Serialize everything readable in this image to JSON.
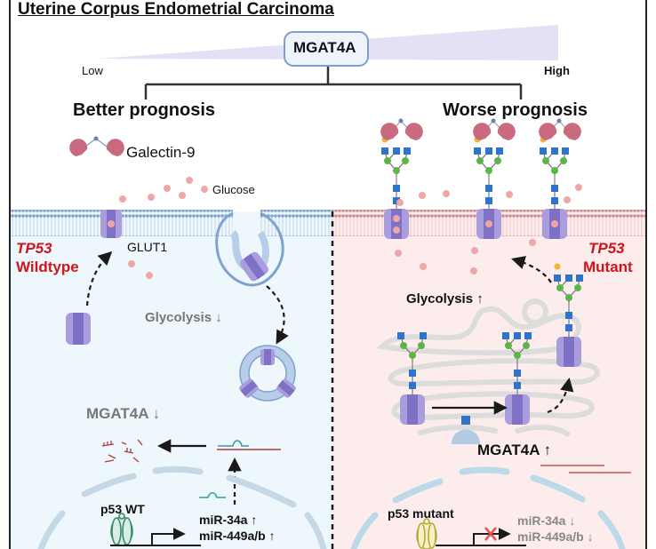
{
  "title": "Uterine Corpus Endometrial Carcinoma",
  "gene_box": {
    "label": "MGAT4A"
  },
  "gradient": {
    "low_label": "Low",
    "high_label": "High"
  },
  "branches": {
    "left": {
      "label": "Better prognosis"
    },
    "right": {
      "label": "Worse prognosis"
    }
  },
  "legend": {
    "galectin_label": "Galectin-9",
    "glucose_label": "Glucose",
    "glut1_label": "GLUT1"
  },
  "left_panel": {
    "genotype_gene": "TP53",
    "genotype_status": "Wildtype",
    "glycolysis": "Glycolysis ↓",
    "mgat4a": "MGAT4A ↓",
    "p53_label": "p53 WT",
    "mirna_1": "miR-34a ↑",
    "mirna_2": "miR-449a/b ↑"
  },
  "right_panel": {
    "genotype_gene": "TP53",
    "genotype_status": "Mutant",
    "glycolysis": "Glycolysis ↑",
    "mgat4a": "MGAT4A ↑",
    "p53_label": "p53 mutant",
    "mirna_1": "miR-34a ↓",
    "mirna_2": "miR-449a/b ↓"
  },
  "colors": {
    "left_bg": "#eef7fc",
    "right_bg": "#fcecec",
    "membrane_left": "#7fa3cf",
    "membrane_right": "#d08a95",
    "red_text": "#d0141c",
    "glut": "#a99ddd",
    "glut_dark": "#7f71c6",
    "glucose": "#eea6a6",
    "galectin": "#c96a7e",
    "glcnac": "#2f74c9",
    "mannose": "#5db54a",
    "galactose": "#f0b43a",
    "gradient": "#e3e2f5"
  }
}
